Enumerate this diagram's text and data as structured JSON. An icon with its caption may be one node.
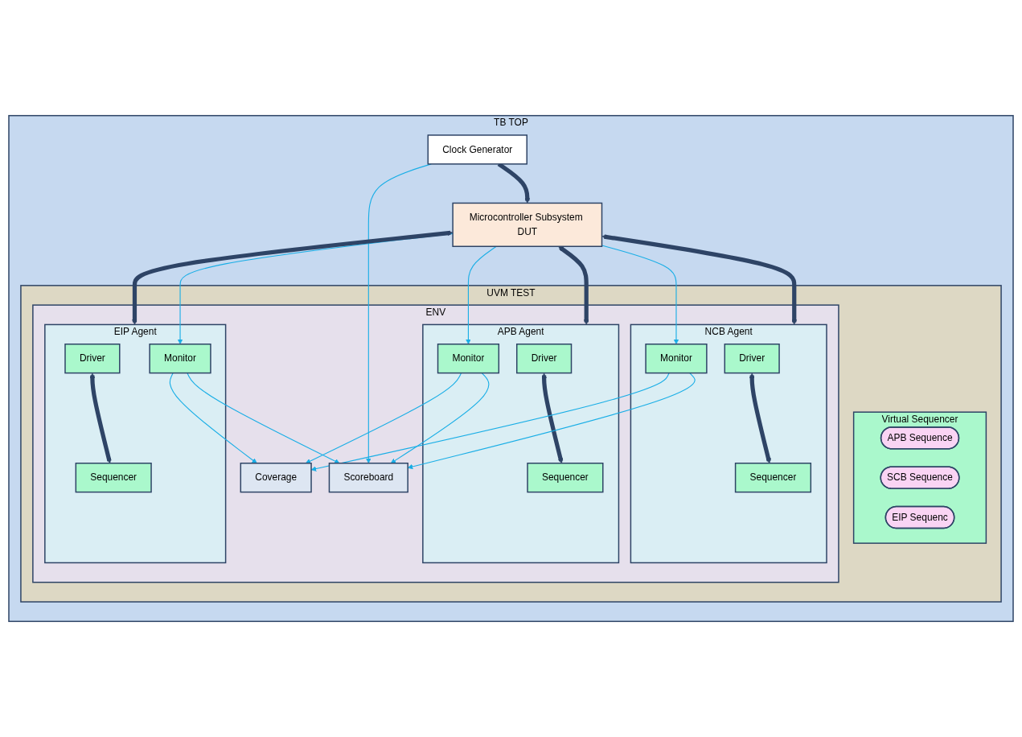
{
  "diagram": {
    "nodes": [
      {
        "text": [
          "TB  TOP"
        ]
      },
      {
        "text": [
          "UVM TEST"
        ],
        "in": 0
      },
      {
        "text": [
          "Virtual Sequencer"
        ],
        "in": 1
      },
      {
        "text": [
          "APB Sequence"
        ],
        "in": 2
      },
      {
        "text": [
          "SCB Sequence"
        ],
        "in": 2
      },
      {
        "text": [
          "EIP Sequenc"
        ],
        "in": 2
      },
      {
        "text": [
          "ENV"
        ],
        "in": 1
      },
      {
        "text": [
          "Coverage"
        ],
        "in": 6
      },
      {
        "text": [
          "Scoreboard"
        ],
        "in": 6
      },
      {
        "text": [
          "APB Agent"
        ],
        "in": 6
      },
      {
        "text": [
          "Sequencer"
        ],
        "in": 9
      },
      {
        "text": [
          "Driver"
        ],
        "in": 9
      },
      {
        "text": [
          "Monitor"
        ],
        "in": 9
      },
      {
        "text": [
          "NCB Agent"
        ],
        "in": 6
      },
      {
        "text": [
          "Sequencer"
        ],
        "in": 13
      },
      {
        "text": [
          "Driver"
        ],
        "in": 13
      },
      {
        "text": [
          "Monitor"
        ],
        "in": 13
      },
      {
        "text": [
          "EIP Agent"
        ],
        "in": 6
      },
      {
        "text": [
          "Sequencer"
        ],
        "in": 17
      },
      {
        "text": [
          "Driver"
        ],
        "in": 17
      },
      {
        "text": [
          "Monitor"
        ],
        "in": 17
      },
      {
        "text": [
          "Microcontroller Subsystem DUT"
        ],
        "in": 0
      },
      {
        "text": [
          "Clock Generator"
        ],
        "in": 0
      }
    ],
    "edges": [
      {
        "from": 10,
        "to": 11,
        "arrow": "both",
        "style": "thick",
        "color": "#2e4466"
      },
      {
        "from": 14,
        "to": 15,
        "arrow": "both",
        "style": "thick",
        "color": "#2e4466"
      },
      {
        "from": 18,
        "to": 19,
        "arrow": "both",
        "style": "thick",
        "color": "#2e4466"
      },
      {
        "from": 12,
        "to": 7,
        "arrow": "to"
      },
      {
        "from": 12,
        "to": 8,
        "arrow": "to"
      },
      {
        "from": 16,
        "to": 7,
        "arrow": "to"
      },
      {
        "from": 16,
        "to": 8,
        "arrow": "to"
      },
      {
        "from": 20,
        "to": 7,
        "arrow": "to"
      },
      {
        "from": 20,
        "to": 8,
        "arrow": "to"
      },
      {
        "from": 9,
        "to": 21,
        "arrow": "both",
        "style": "thick",
        "color": "#2e4466"
      },
      {
        "from": 13,
        "to": 21,
        "arrow": "both",
        "style": "thick",
        "color": "#2e4466"
      },
      {
        "from": 17,
        "to": 21,
        "arrow": "both",
        "style": "thick",
        "color": "#2e4466"
      },
      {
        "from": 21,
        "to": 12,
        "arrow": "to"
      },
      {
        "from": 21,
        "to": 16,
        "arrow": "to"
      },
      {
        "from": 21,
        "to": 20,
        "arrow": "to"
      },
      {
        "from": 22,
        "to": 8,
        "arrow": "to"
      },
      {
        "from": 22,
        "to": 21,
        "arrow": "to",
        "style": "thick",
        "color": "#2e4466"
      }
    ]
  }
}
